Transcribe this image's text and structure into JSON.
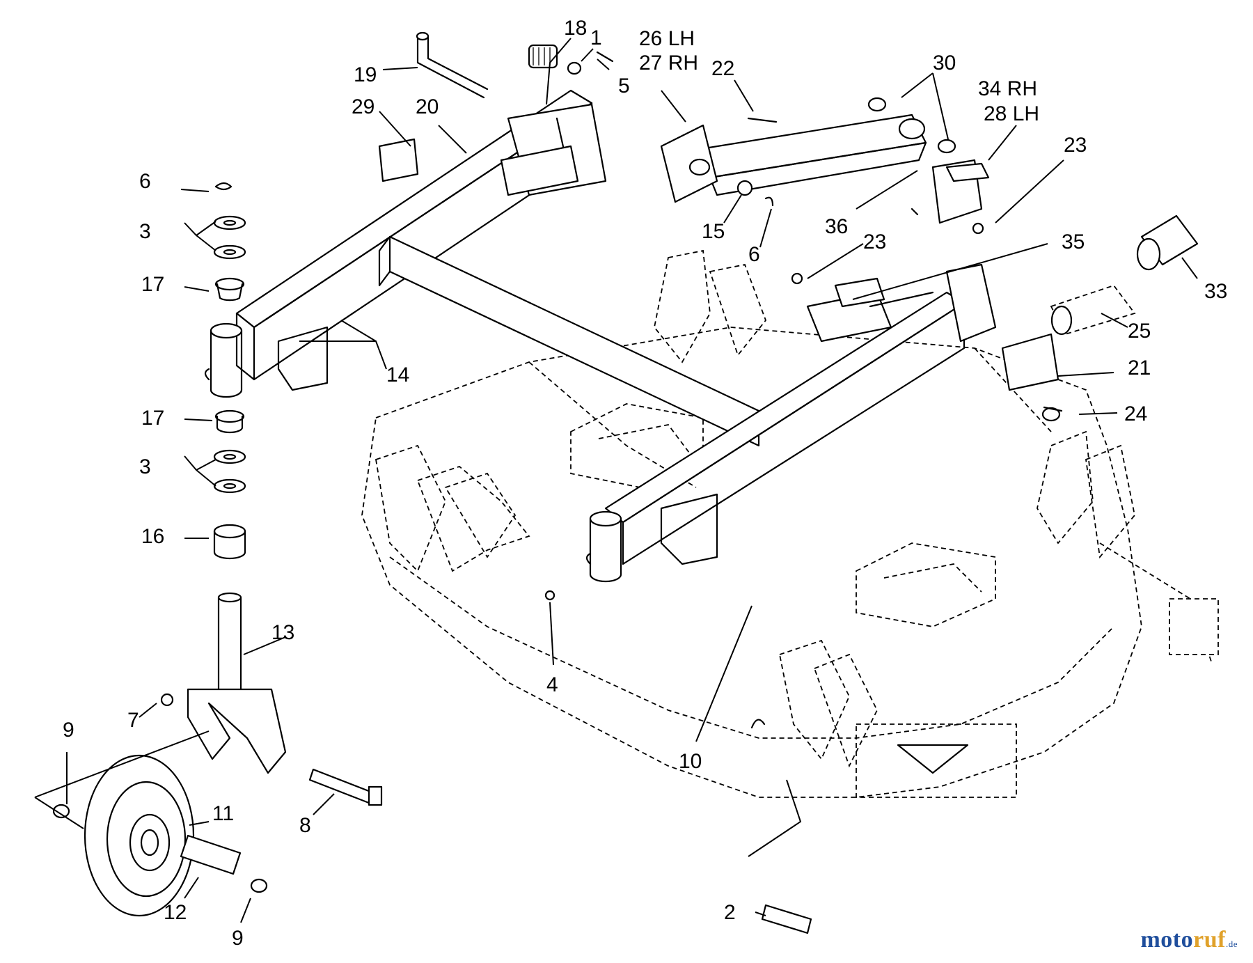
{
  "diagram": {
    "callouts": [
      "18",
      "1",
      "26 LH",
      "27 RH",
      "22",
      "30",
      "34 RH",
      "28 LH",
      "19",
      "5",
      "29",
      "20",
      "23",
      "6",
      "3",
      "17",
      "14",
      "15",
      "6",
      "36",
      "23",
      "35",
      "33",
      "25",
      "21",
      "24",
      "17",
      "3",
      "16",
      "13",
      "4",
      "10",
      "7",
      "9",
      "11",
      "8",
      "2",
      "12",
      "9"
    ]
  },
  "watermark": {
    "part1": "moto",
    "part2": "ruf",
    "part3": ".de"
  }
}
